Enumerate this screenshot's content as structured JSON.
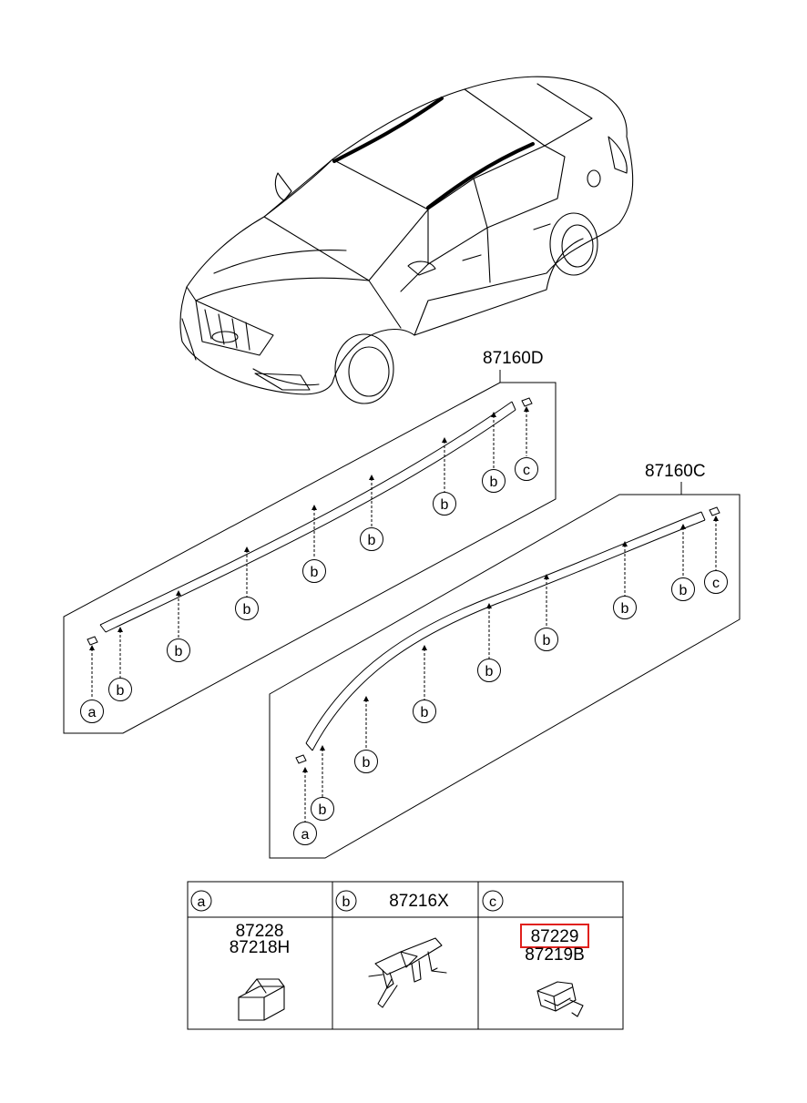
{
  "assembly_labels": {
    "upper": "87160D",
    "lower": "87160C"
  },
  "callout_letters": {
    "a": "a",
    "b": "b",
    "c": "c"
  },
  "legend_table": {
    "columns": [
      {
        "letter": "a",
        "header_text": "",
        "part_numbers": [
          "87228",
          "87218H"
        ],
        "highlighted": ""
      },
      {
        "letter": "b",
        "header_text": "87216X",
        "part_numbers": [],
        "highlighted": ""
      },
      {
        "letter": "c",
        "header_text": "",
        "part_numbers": [
          "87229",
          "87219B"
        ],
        "highlighted": "87229"
      }
    ]
  },
  "colors": {
    "line": "#000000",
    "highlight_box": "#e0201c",
    "background": "#ffffff"
  },
  "icons": [
    "car-outline-illustration",
    "roof-molding-strip",
    "end-cap-clip-a",
    "retainer-clip-b",
    "end-cap-clip-c"
  ]
}
